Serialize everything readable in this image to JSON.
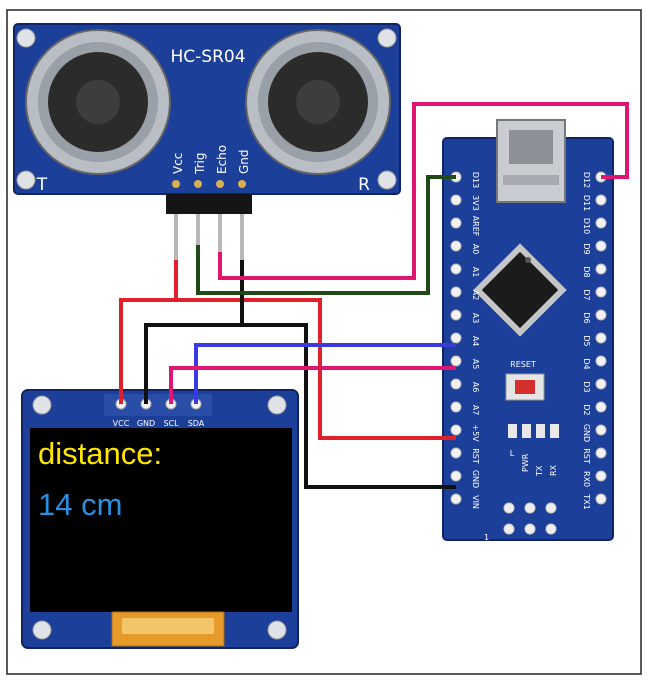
{
  "sensor": {
    "model": "HC-SR04",
    "left_label": "T",
    "right_label": "R",
    "pins": [
      "Vcc",
      "Trig",
      "Echo",
      "Gnd"
    ]
  },
  "oled": {
    "pins": [
      "VCC",
      "GND",
      "SCL",
      "SDA"
    ],
    "line1": "distance:",
    "line2": "14 cm"
  },
  "arduino": {
    "top_pins": [
      "D12",
      "D11",
      "D10",
      "D9",
      "D8",
      "D7",
      "D6",
      "D5",
      "D4",
      "D3",
      "D2",
      "GND",
      "RST",
      "RX0",
      "TX1"
    ],
    "bottom_pins": [
      "D13",
      "3V3",
      "AREF",
      "A0",
      "A1",
      "A2",
      "A3",
      "A4",
      "A5",
      "A6",
      "A7",
      "+5V",
      "RST",
      "GND",
      "VIN"
    ],
    "reset_label": "RESET",
    "pwr_label": "PWR",
    "l_label": "L",
    "tx_label": "TX",
    "rx_label": "RX",
    "corner_label": "1"
  },
  "colors": {
    "red": "#e0202a",
    "black": "#111111",
    "blue": "#3a3adf",
    "pink": "#e0156f",
    "green": "#1f4a16",
    "pcb": "#1c3f99",
    "oled_yellow": "#ffe600",
    "oled_blue": "#2a8fe0"
  }
}
